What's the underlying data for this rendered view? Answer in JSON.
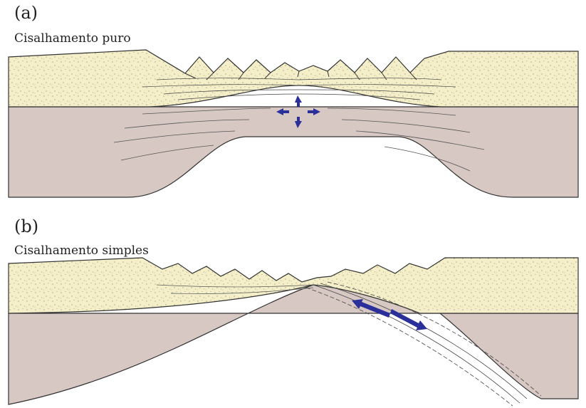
{
  "panels": [
    {
      "letter": "(a)",
      "title": "Cisalhamento puro"
    },
    {
      "letter": "(b)",
      "title": "Cisalhamento simples"
    }
  ],
  "colors": {
    "sediment": "#f4efc9",
    "basement": "#d7c8c3",
    "outline": "#333333",
    "arrow": "#2a2f9a",
    "stipple": "#8a8060"
  },
  "icons": {
    "pure_shear_arrows": "four-way-compression-extension-arrows",
    "simple_shear_arrows": "opposing-shear-arrows"
  }
}
